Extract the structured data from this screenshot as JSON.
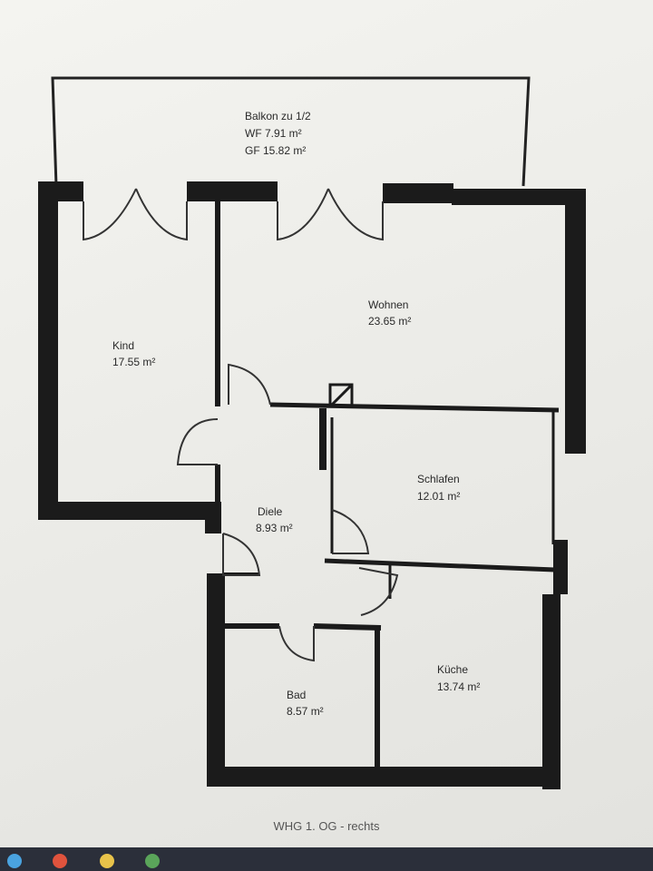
{
  "rooms": {
    "balkon": {
      "name": "Balkon zu 1/2",
      "wf": "WF 7.91 m²",
      "gf": "GF 15.82 m²"
    },
    "kind": {
      "name": "Kind",
      "area": "17.55 m²"
    },
    "wohnen": {
      "name": "Wohnen",
      "area": "23.65 m²"
    },
    "schlafen": {
      "name": "Schlafen",
      "area": "12.01 m²"
    },
    "diele": {
      "name": "Diele",
      "area": "8.93 m²"
    },
    "kueche": {
      "name": "Küche",
      "area": "13.74 m²"
    },
    "bad": {
      "name": "Bad",
      "area": "8.57 m²"
    }
  },
  "caption": "WHG 1. OG - rechts",
  "colors": {
    "wall": "#1b1b1b",
    "line": "#333333",
    "background": "#f2f2ee"
  },
  "taskbar": {
    "icons": [
      "start-icon",
      "browser-icon",
      "folder-icon",
      "app-icon"
    ]
  }
}
